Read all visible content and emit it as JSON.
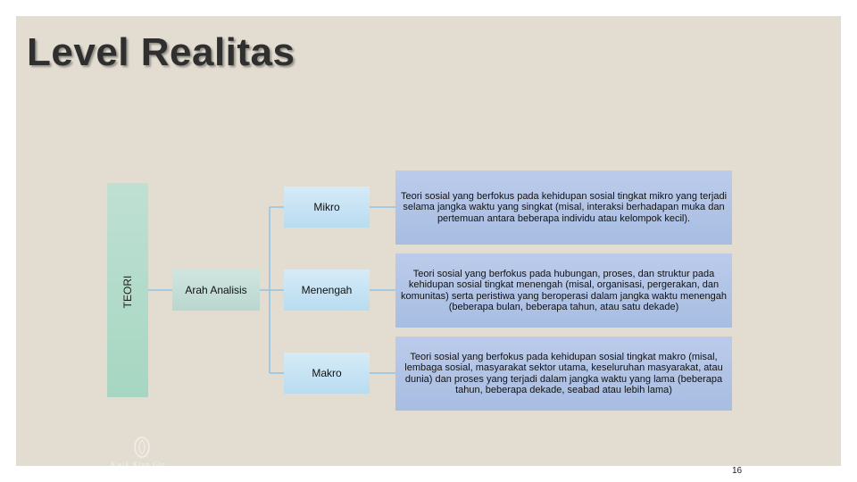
{
  "slide": {
    "title": "Level Realitas",
    "page_number": "16"
  },
  "diagram": {
    "root": "TEORI",
    "branch": "Arah Analisis",
    "levels": [
      {
        "label": "Mikro",
        "description": "Teori sosial yang berfokus pada kehidupan sosial tingkat mikro yang terjadi selama jangka waktu yang singkat (misal, interaksi berhadapan muka dan pertemuan antara beberapa individu atau kelompok kecil)."
      },
      {
        "label": "Menengah",
        "description": "Teori sosial yang berfokus pada hubungan, proses, dan struktur pada kehidupan sosial tingkat menengah (misal, organisasi, pergerakan, dan komunitas) serta peristiwa yang beroperasi dalam jangka waktu menengah (beberapa bulan, beberapa tahun, atau satu dekade)"
      },
      {
        "label": "Makro",
        "description": "Teori sosial yang berfokus pada kehidupan sosial tingkat makro (misal, lembaga sosial, masyarakat sektor utama, keseluruhan masyarakat, atau dunia) dan proses yang terjadi dalam jangka waktu yang lama (beberapa tahun, beberapa dekade, seabad atau lebih lama)"
      }
    ]
  },
  "footer": {
    "logo_icon": "university-logo-icon",
    "logo_text": "Kwik Kian Gie"
  },
  "colors": {
    "background": "#e3ddd1",
    "teori_fill": "#a6d6c2",
    "level_fill": "#b8dcf0",
    "description_fill": "#a7bde2",
    "connector": "#8ec3e6"
  }
}
